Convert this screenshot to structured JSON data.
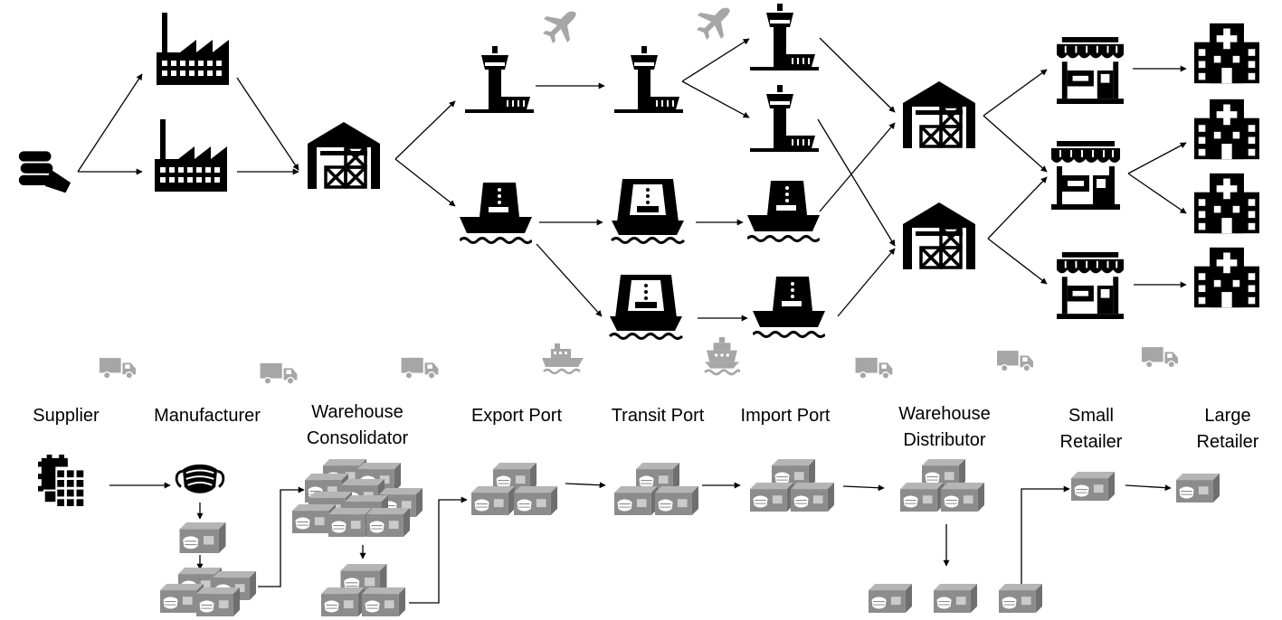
{
  "colors": {
    "ink": "#000000",
    "vehicle": "#a6a6a6",
    "box_body": "#8c8c8c",
    "box_side": "#6f6f6f",
    "box_top": "#b5b5b5",
    "background": "#ffffff"
  },
  "stage_labels": [
    {
      "id": "supplier",
      "line1": "Supplier",
      "line2": ""
    },
    {
      "id": "manufacturer",
      "line1": "Manufacturer",
      "line2": ""
    },
    {
      "id": "warehouse-consolidator",
      "line1": "Warehouse",
      "line2": "Consolidator"
    },
    {
      "id": "export-port",
      "line1": "Export Port",
      "line2": ""
    },
    {
      "id": "transit-port",
      "line1": "Transit Port",
      "line2": ""
    },
    {
      "id": "import-port",
      "line1": "Import Port",
      "line2": ""
    },
    {
      "id": "warehouse-distributor",
      "line1": "Warehouse",
      "line2": "Distributor"
    },
    {
      "id": "small-retailer",
      "line1": "Small",
      "line2": "Retailer"
    },
    {
      "id": "large-retailer",
      "line1": "Large",
      "line2": "Retailer"
    }
  ],
  "network_icons": [
    "fabric-roll-icon",
    "factory-icon",
    "factory-icon",
    "warehouse-icon",
    "control-tower-icon",
    "control-tower-icon",
    "control-tower-icon",
    "control-tower-icon",
    "cargo-ship-icon",
    "cargo-ship-icon",
    "cargo-ship-icon",
    "cargo-ship-icon",
    "cargo-ship-icon",
    "warehouse-icon",
    "warehouse-icon",
    "store-icon",
    "store-icon",
    "store-icon",
    "hospital-icon",
    "hospital-icon",
    "hospital-icon",
    "hospital-icon"
  ],
  "transport_icons": [
    "airplane-icon",
    "airplane-icon",
    "truck-icon",
    "truck-icon",
    "truck-icon",
    "ship-icon",
    "cruise-ship-icon",
    "truck-icon",
    "truck-icon",
    "truck-icon"
  ],
  "flow_icons": [
    "filter-material-icon",
    "face-mask-icon",
    "mask-box-icon"
  ]
}
